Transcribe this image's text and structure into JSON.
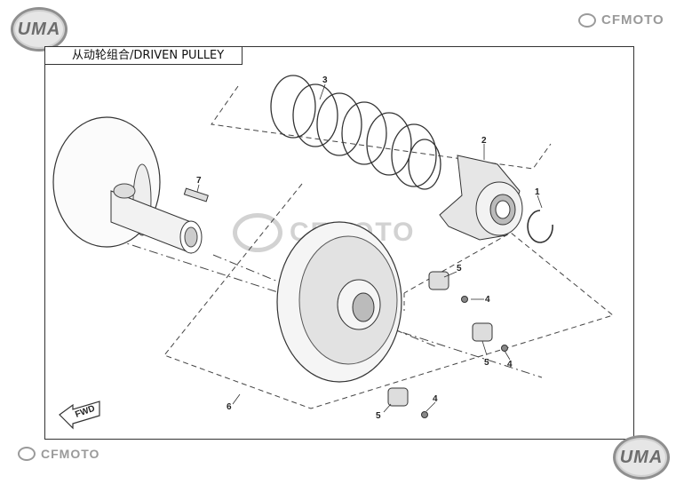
{
  "header": {
    "left_logo": "UMA",
    "right_brand": "CFMOTO"
  },
  "footer": {
    "left_brand": "CFMOTO",
    "right_logo": "UMA"
  },
  "diagram": {
    "title": "从动轮组合/DRIVEN PULLEY",
    "watermark": "CFMOTO",
    "fwd_label": "FWD",
    "callouts": [
      "1",
      "2",
      "3",
      "4",
      "4",
      "4",
      "5",
      "5",
      "5",
      "6",
      "7"
    ]
  },
  "icons": [
    "uma-logo-icon",
    "cfmoto-logo-icon",
    "fwd-arrow-icon"
  ]
}
